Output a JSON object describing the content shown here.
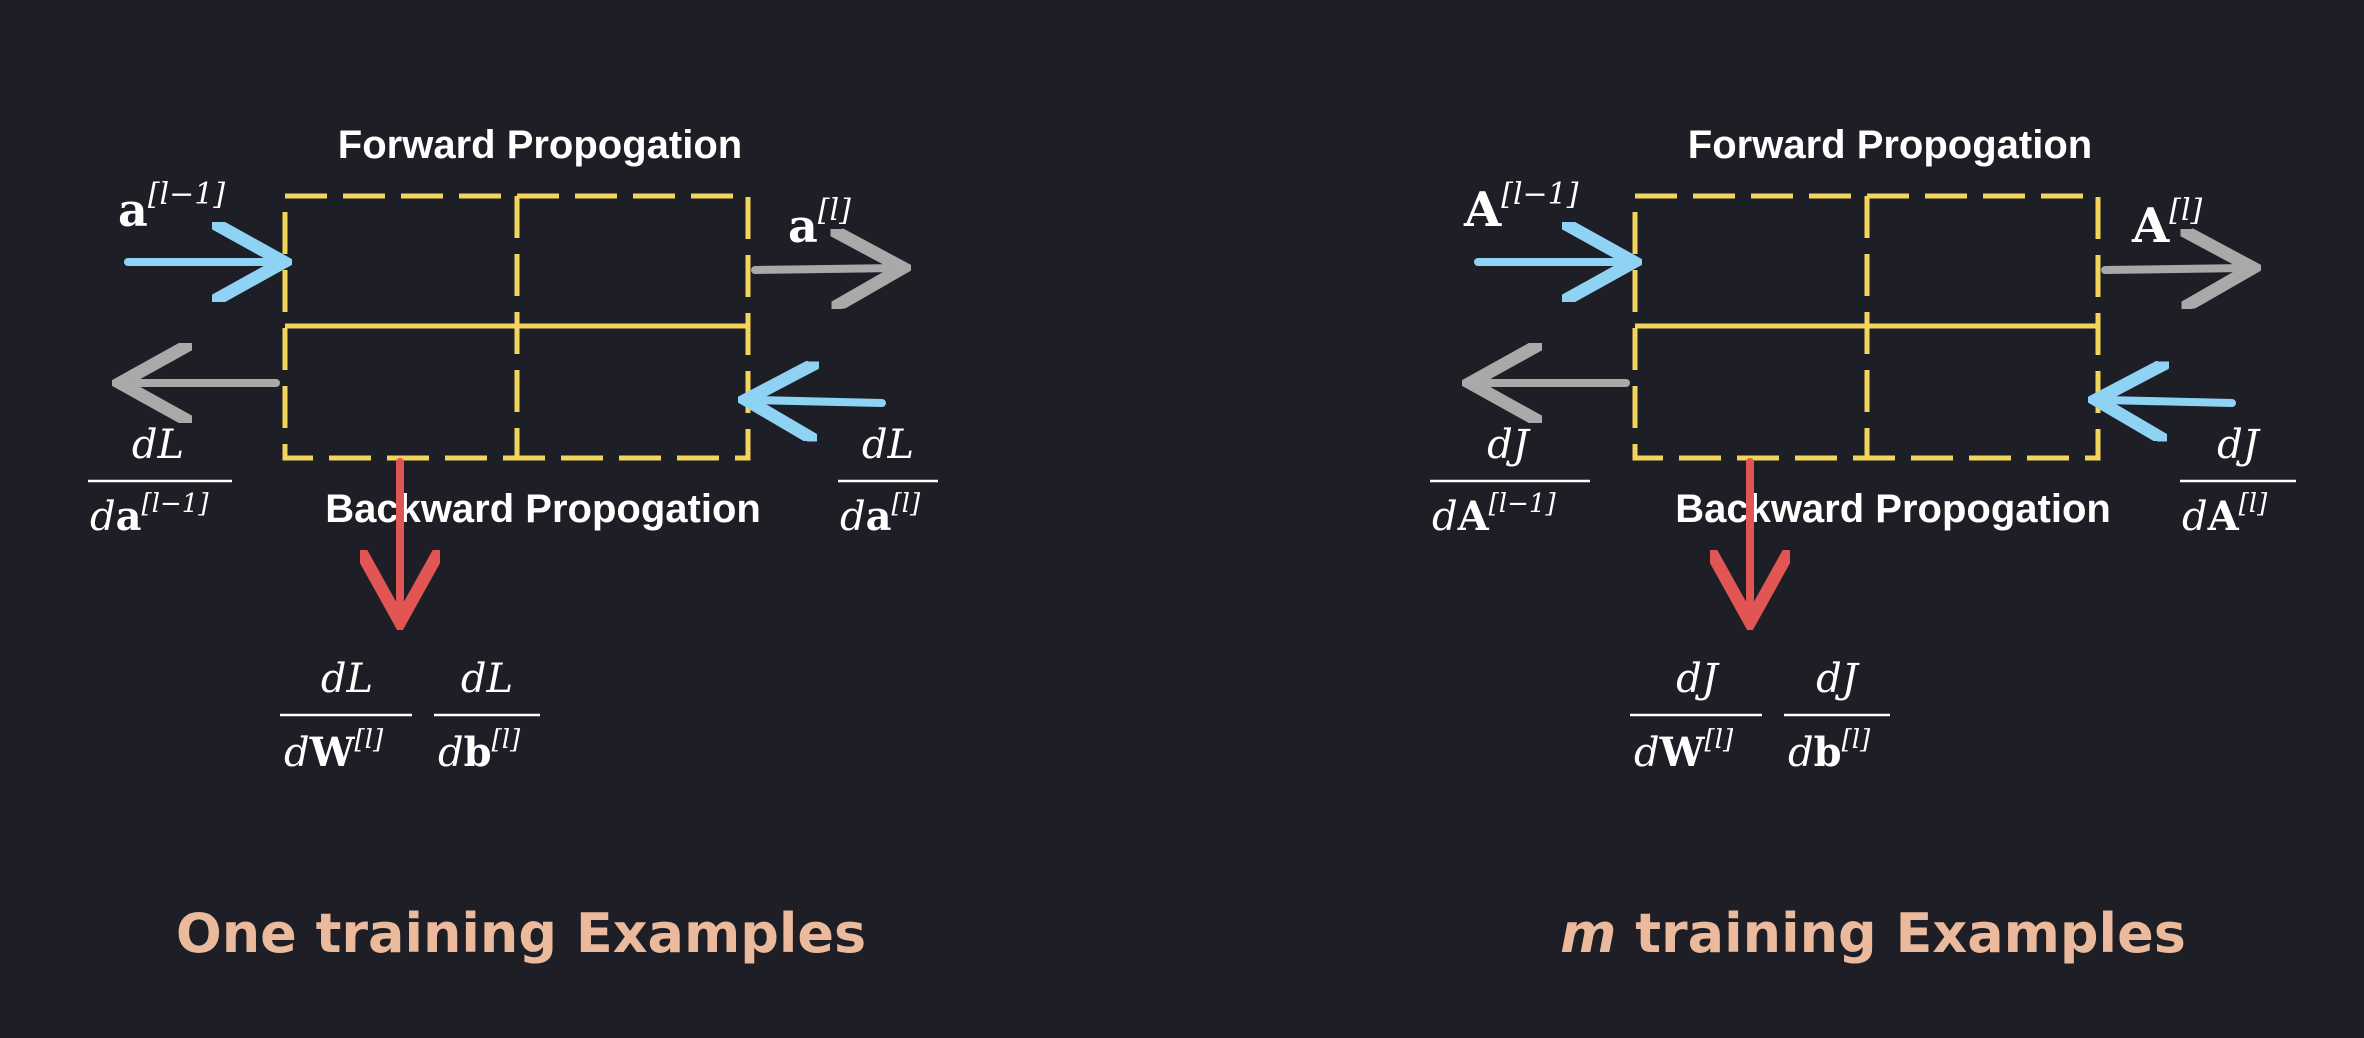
{
  "colors": {
    "background": "#1e1e26",
    "box": "#f2d55a",
    "input_arrow": "#8fd3f4",
    "output_arrow": "#a9a9a9",
    "param_arrow": "#e25555",
    "caption": "#ebb99b"
  },
  "left_panel": {
    "forward_label": "Forward Propogation",
    "backward_label": "Backward Propogation",
    "input_var": "a",
    "input_sup": "[l−1]",
    "output_var": "a",
    "output_sup": "[l]",
    "loss_symbol": "L",
    "grad_in_denominator": "a",
    "grad_in_sup": "[l−1]",
    "grad_out_denominator": "a",
    "grad_out_sup": "[l]",
    "dW_var": "W",
    "dW_sup": "[l]",
    "db_var": "b",
    "db_sup": "[l]",
    "caption": "One training Examples"
  },
  "right_panel": {
    "forward_label": "Forward Propogation",
    "backward_label": "Backward Propogation",
    "input_var": "A",
    "input_sup": "[l−1]",
    "output_var": "A",
    "output_sup": "[l]",
    "loss_symbol": "J",
    "grad_in_denominator": "A",
    "grad_in_sup": "[l−1]",
    "grad_out_denominator": "A",
    "grad_out_sup": "[l]",
    "dW_var": "W",
    "dW_sup": "[l]",
    "db_var": "b",
    "db_sup": "[l]",
    "caption_italic": "m",
    "caption": "training Examples"
  }
}
